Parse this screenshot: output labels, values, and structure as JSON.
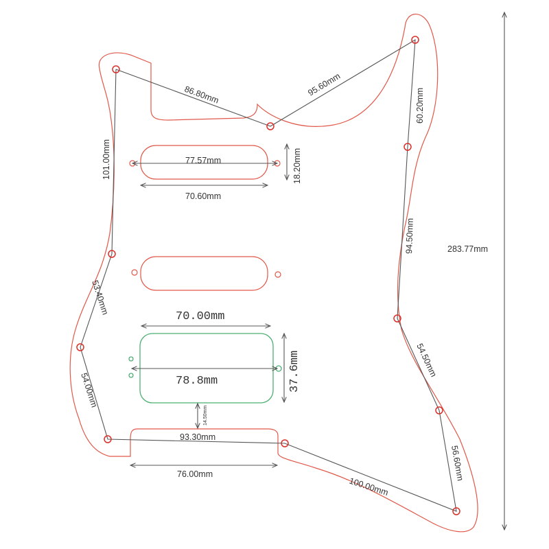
{
  "colors": {
    "outline": "#e0584a",
    "humbucker": "#4caf72",
    "screw": "#d9302a",
    "dimension": "#555555"
  },
  "labels": {
    "total_height": "283.77mm",
    "top_left_to_mid": "86.80mm",
    "mid_to_top_right": "95.60mm",
    "right_1": "60.20mm",
    "right_2": "94.50mm",
    "right_3": "54.50mm",
    "right_4": "56.60mm",
    "bottom_right": "100.00mm",
    "bottom_screw_span": "93.30mm",
    "bottom_cutout_width": "76.00mm",
    "left_1": "101.00mm",
    "left_2": "53.40mm",
    "left_3": "54.00mm",
    "neck_pickup_screw_span": "77.57mm",
    "neck_pickup_height": "18.20mm",
    "neck_pickup_width": "70.60mm",
    "humbucker_width": "70.00mm",
    "humbucker_screw_span": "78.8mm",
    "humbucker_height": "37.6mm",
    "humbucker_gap": "14.50mm"
  }
}
